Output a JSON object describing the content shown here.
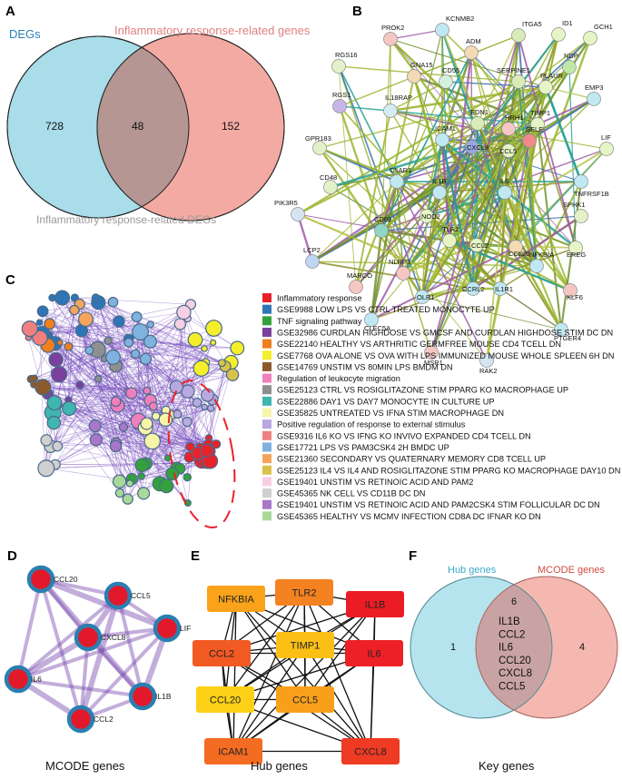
{
  "panels": {
    "A": "A",
    "B": "B",
    "C": "C",
    "D": "D",
    "E": "E",
    "F": "F"
  },
  "venn_a": {
    "left_label": "DEGs",
    "right_label": "Inflammatory response-related genes",
    "left_only": "728",
    "overlap": "48",
    "right_only": "152",
    "bottom_label": "Inflammatory response-related DEGs",
    "colors": {
      "left": "#a8dde9",
      "right": "#f3aaa3",
      "overlap": "#b59692"
    }
  },
  "network_b": {
    "genes": [
      "KCNMB2",
      "ITGA5",
      "ID1",
      "GCH1",
      "NDP",
      "PROK2",
      "ADM",
      "RGS16",
      "GNA15",
      "CD55",
      "SERPINE1",
      "PLAUR",
      "EMP3",
      "RGS1",
      "IL18RAP",
      "EDN1",
      "TIMP1",
      "GPR183",
      "ICAM1",
      "HRH1",
      "CXCL8",
      "CCL5",
      "SELE",
      "LIF",
      "CD48",
      "C5AR1",
      "IL1B",
      "IL6",
      "TNFRSF1B",
      "PIK3R5",
      "NOD2",
      "SPHK1",
      "CD69",
      "TLR2",
      "CCL2",
      "CCL20",
      "EREG",
      "LCP2",
      "NLRP3",
      "NFKBIA",
      "MARCO",
      "OLR1",
      "CCRL2",
      "IL1R1",
      "KLF6",
      "CLEC5A",
      "PTGER4",
      "MSR1",
      "RAK2"
    ]
  },
  "network_c": {
    "legend": [
      {
        "label": "Inflammatory response",
        "color": "#e8222a"
      },
      {
        "label": "GSE9988 LOW LPS VS CTRL TREATED MONOCYTE UP",
        "color": "#2e75b6"
      },
      {
        "label": "TNF signaling pathway",
        "color": "#33a23d"
      },
      {
        "label": "GSE32986 CURDLAN HIGHDOSE VS GMCSF AND CURDLAN HIGHDOSE STIM DC DN",
        "color": "#7b3f9e"
      },
      {
        "label": "GSE22140 HEALTHY VS ARTHRITIC GERMFREE MOUSE CD4 TCELL DN",
        "color": "#f07f1e"
      },
      {
        "label": "GSE7768 OVA ALONE VS OVA WITH LPS IMMUNIZED MOUSE WHOLE SPLEEN 6H DN",
        "color": "#f5ee2a"
      },
      {
        "label": "GSE14769 UNSTIM VS 80MIN LPS BMDM DN",
        "color": "#8c5a2b"
      },
      {
        "label": "Regulation of leukocyte migration",
        "color": "#f07fbe"
      },
      {
        "label": "GSE25123 CTRL VS ROSIGLITAZONE STIM PPARG KO MACROPHAGE UP",
        "color": "#8f8f8f"
      },
      {
        "label": "GSE22886 DAY1 VS DAY7 MONOCYTE IN CULTURE UP",
        "color": "#3fb6b0"
      },
      {
        "label": "GSE35825 UNTREATED VS IFNA STIM MACROPHAGE DN",
        "color": "#f7f5a8"
      },
      {
        "label": "Positive regulation of response to external stimulus",
        "color": "#b8a9e0"
      },
      {
        "label": "GSE9316 IL6 KO VS IFNG KO INVIVO EXPANDED CD4 TCELL DN",
        "color": "#f08080"
      },
      {
        "label": "GSE17721 LPS VS PAM3CSK4 2H BMDC UP",
        "color": "#7fb2df"
      },
      {
        "label": "GSE21360 SECONDARY VS QUATERNARY MEMORY CD8 TCELL UP",
        "color": "#f5a55a"
      },
      {
        "label": "GSE25123 IL4 VS IL4 AND ROSIGLITAZONE STIM PPARG KO MACROPHAGE DAY10 DN",
        "color": "#d9c24a"
      },
      {
        "label": "GSE19401 UNSTIM VS RETINOIC ACID AND PAM2",
        "color": "#f6cfe2"
      },
      {
        "label": "GSE45365 NK CELL VS CD11B DC DN",
        "color": "#d0d0d0"
      },
      {
        "label": "GSE19401 UNSTIM VS RETINOIC ACID AND PAM2CSK4 STIM FOLLICULAR DC DN",
        "color": "#a877c9"
      },
      {
        "label": "GSE45365 HEALTHY VS MCMV INFECTION CD8A DC IFNAR KO DN",
        "color": "#a9d99a"
      }
    ]
  },
  "mcode": {
    "genes": [
      "CCL20",
      "CCL5",
      "CXCL8",
      "LIF",
      "IL6",
      "CCL2",
      "IL1B"
    ],
    "caption": "MCODE  genes"
  },
  "hub": {
    "genes": [
      "NFKBIA",
      "TLR2",
      "IL1B",
      "CCL2",
      "TIMP1",
      "IL6",
      "CCL20",
      "CCL5",
      "ICAM1",
      "CXCL8"
    ],
    "caption": "Hub  genes"
  },
  "venn_f": {
    "left_label": "Hub genes",
    "right_label": "MCODE genes",
    "left_only": "1",
    "overlap_count": "6",
    "right_only": "4",
    "overlap_genes": [
      "IL1B",
      "CCL2",
      "IL6",
      "CCL20",
      "CXCL8",
      "CCL5"
    ],
    "caption": "Key  genes"
  }
}
